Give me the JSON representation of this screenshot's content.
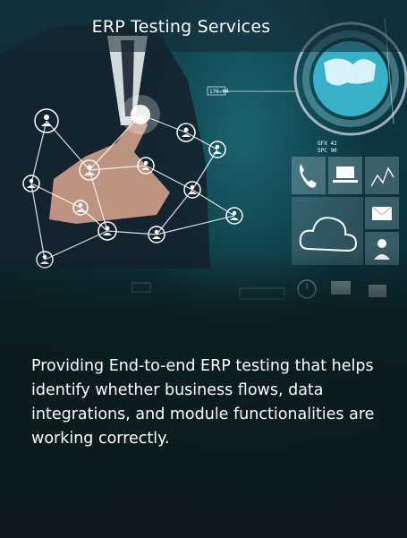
{
  "header": {
    "title": "ERP Testing Services"
  },
  "description": "Providing End-to-end ERP testing that helps identify whether business flows, data integrations, and module functionalities are working correctly.",
  "hud": {
    "readout_top": "175.04",
    "readout_mid1": "GFX 42",
    "readout_mid2": "SPC 90"
  },
  "colors": {
    "accent": "#40c8d8",
    "background": "#0b1a1c",
    "text": "#ffffff"
  },
  "icons": [
    "user-icon",
    "phone-icon",
    "laptop-icon",
    "chart-icon",
    "cloud-icon",
    "mail-icon",
    "contact-icon",
    "clock-icon",
    "monitor-icon",
    "folder-icon",
    "globe-icon"
  ]
}
